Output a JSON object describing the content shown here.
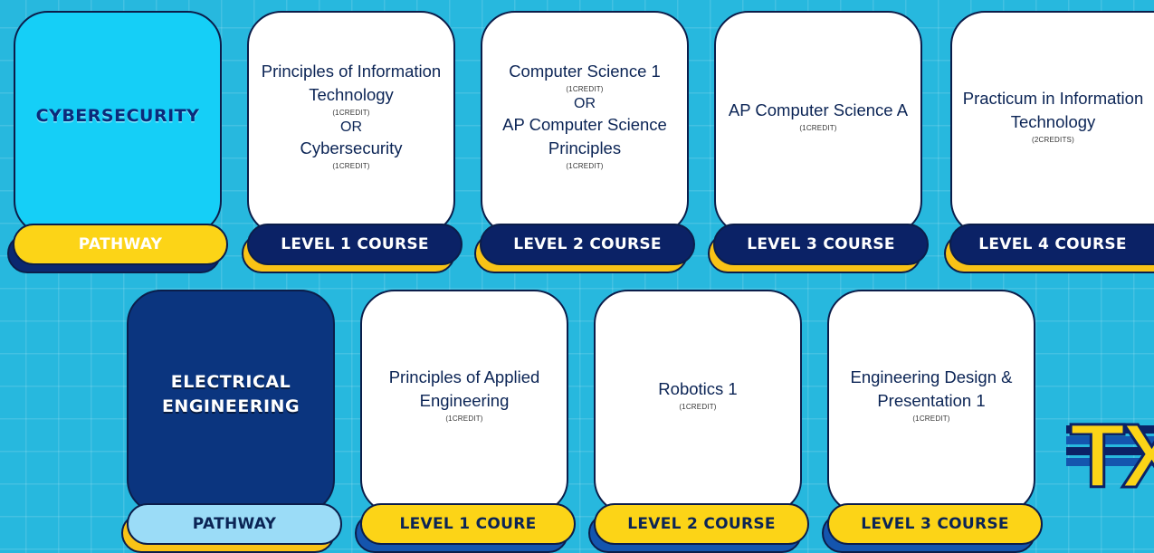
{
  "row1": {
    "pathway": {
      "title": "CYBERSECURITY",
      "label": "PATHWAY"
    },
    "level1": {
      "line1": "Principles of Information",
      "line2": "Technology",
      "credit1": "(1CREDIT)",
      "or": "OR",
      "line3": "Cybersecurity",
      "credit2": "(1CREDIT)",
      "label": "LEVEL 1 COURSE"
    },
    "level2": {
      "line1": "Computer Science 1",
      "credit1": "(1CREDIT)",
      "or": "OR",
      "line2": "AP Computer Science",
      "line3": "Principles",
      "credit2": "(1CREDIT)",
      "label": "LEVEL 2 COURSE"
    },
    "level3": {
      "line1": "AP Computer Science A",
      "credit": "(1CREDIT)",
      "label": "LEVEL 3 COURSE"
    },
    "level4": {
      "line1": "Practicum in Information",
      "line2": "Technology",
      "credit": "(2CREDITS)",
      "label": "LEVEL 4 COURSE"
    }
  },
  "row2": {
    "pathway": {
      "title_line1": "ELECTRICAL",
      "title_line2": "ENGINEERING",
      "label": "PATHWAY"
    },
    "level1": {
      "line1": "Principles of Applied",
      "line2": "Engineering",
      "credit": "(1CREDIT)",
      "label": "LEVEL 1 COURE"
    },
    "level2": {
      "line1": "Robotics 1",
      "credit": "(1CREDIT)",
      "label": "LEVEL 2 COURSE"
    },
    "level3": {
      "line1": "Engineering Design &",
      "line2": "Presentation 1",
      "credit": "(1CREDIT)",
      "label": "LEVEL 3 COURSE"
    }
  },
  "logo": {
    "text": "TX",
    "color": "#fcd417"
  },
  "colors": {
    "background": "#27b8de",
    "navy": "#0b2266",
    "yellow": "#fcd417",
    "cyan": "#15cff7",
    "light_blue": "#9bdcf7"
  }
}
